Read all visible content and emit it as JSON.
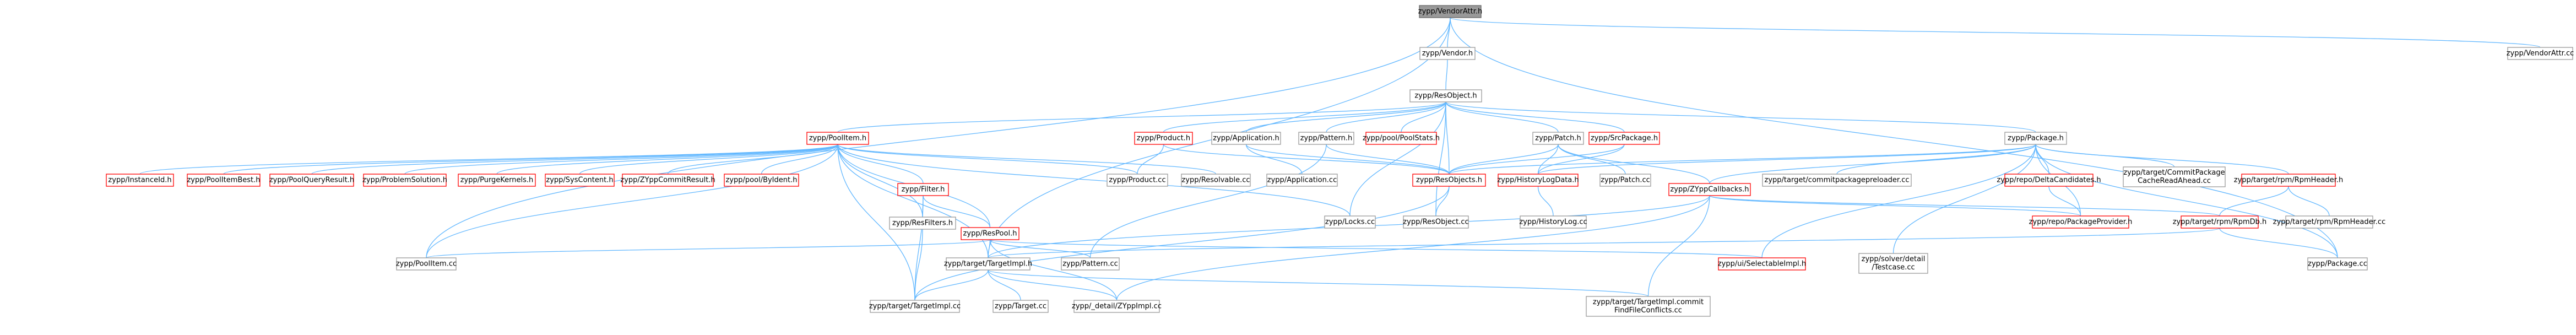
{
  "colors": {
    "edge": "#63b8ff",
    "node_border": "#999999",
    "node_fill": "#ffffff",
    "focus_fill": "#999999",
    "focus_border": "#666666",
    "text": "#000000",
    "red_text": "#ff0000"
  },
  "nodes": {
    "vendorattr_h": "zypp/VendorAttr.h",
    "vendorattr_cc": "zypp/VendorAttr.cc",
    "vendor_h": "zypp/Vendor.h",
    "resobject_h": "zypp/ResObject.h",
    "poolitem_h": "zypp/PoolItem.h",
    "product_h": "zypp/Product.h",
    "application_h": "zypp/Application.h",
    "pattern_h": "zypp/Pattern.h",
    "poolstats_h": "zypp/pool/PoolStats.h",
    "patch_h": "zypp/Patch.h",
    "srcpackage_h": "zypp/SrcPackage.h",
    "package_h": "zypp/Package.h",
    "instanceid_h": "zypp/InstanceId.h",
    "poolitembest_h": "zypp/PoolItemBest.h",
    "poolqueryresult_h": "zypp/PoolQueryResult.h",
    "problemsolution_h": "zypp/ProblemSolution.h",
    "purgekernels_h": "zypp/PurgeKernels.h",
    "syscontent_h": "zypp/SysContent.h",
    "zyppcommitresult_h": "zypp/ZYppCommitResult.h",
    "byident_h": "zypp/pool/ByIdent.h",
    "product_cc": "zypp/Product.cc",
    "resolvable_cc": "zypp/Resolvable.cc",
    "application_cc": "zypp/Application.cc",
    "resobjects_h": "zypp/ResObjects.h",
    "historylogdata_h": "zypp/HistoryLogData.h",
    "patch_cc": "zypp/Patch.cc",
    "commitpackagepreloader_cc": "zypp/target/commitpackagepreloader.cc",
    "deltacandidates_h": "zypp/repo/DeltaCandidates.h",
    "commitpackagecache_cc": [
      "zypp/target/CommitPackage",
      "CacheReadAhead.cc"
    ],
    "rpmheader_h": "zypp/target/rpm/RpmHeader.h",
    "filter_h": "zypp/Filter.h",
    "zyppcallbacks_h": "zypp/ZYppCallbacks.h",
    "resfilters_h": "zypp/ResFilters.h",
    "respool_h": "zypp/ResPool.h",
    "locks_cc": "zypp/Locks.cc",
    "resobject_cc": "zypp/ResObject.cc",
    "historylog_cc": "zypp/HistoryLog.cc",
    "packageprovider_h": "zypp/repo/PackageProvider.h",
    "rpmdb_h": "zypp/target/rpm/RpmDb.h",
    "rpmheader_cc": "zypp/target/rpm/RpmHeader.cc",
    "poolitem_cc": "zypp/PoolItem.cc",
    "pattern_cc": "zypp/Pattern.cc",
    "selectableimpl_h": "zypp/ui/SelectableImpl.h",
    "testcase_cc": [
      "zypp/solver/detail",
      "/Testcase.cc"
    ],
    "package_cc": "zypp/Package.cc",
    "targetimpl_h": "zypp/target/TargetImpl.h",
    "targetimpl_cc": "zypp/target/TargetImpl.cc",
    "target_cc": "zypp/Target.cc",
    "zyppimpl_cc": "zypp/_detail/ZYppImpl.cc",
    "targetimpl_commit_cc": [
      "zypp/target/TargetImpl.commit",
      "FindFileConflicts.cc"
    ]
  }
}
